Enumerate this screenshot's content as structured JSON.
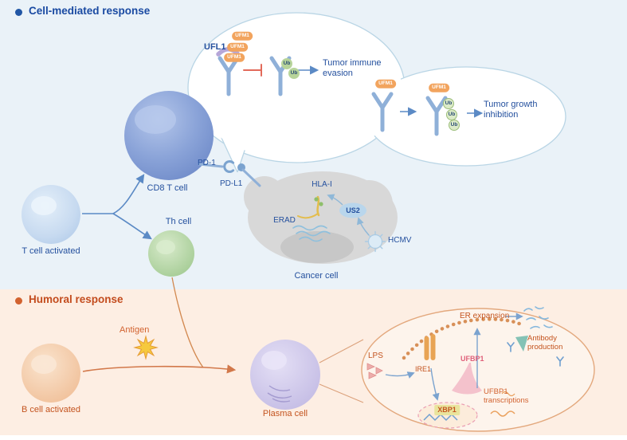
{
  "cell_mediated": {
    "title": "Cell-mediated response",
    "t_cell": "T cell activated",
    "cd8": "CD8 T cell",
    "th": "Th cell",
    "pd1": "PD-1",
    "pdl1": "PD-L1",
    "cancer": "Cancer cell",
    "hla": "HLA-I",
    "erad": "ERAD",
    "us2": "US2",
    "hcmv": "HCMV",
    "ufl1": "UFL1",
    "ufm1": "UFM1",
    "ub": "Ub",
    "evasion": "Tumor immune evasion",
    "inhibition": "Tumor growth inhibition"
  },
  "humoral": {
    "title": "Humoral response",
    "b_cell": "B cell activated",
    "antigen": "Antigen",
    "plasma": "Plasma cell",
    "lps": "LPS",
    "ire1": "IRE1",
    "ufbp1": "UFBP1",
    "er_expansion": "ER expansion",
    "antibody_production": "Antibody production",
    "ufbp1_transcriptions": "UFBP1 transcriptions",
    "xbp1": "XBP1"
  },
  "colors": {
    "top_bg": "#eaf2f8",
    "bottom_bg": "#fdeee3",
    "top_text": "#24509e",
    "bottom_text": "#c4541f",
    "inhibit_red": "#e26a5a",
    "ufm1_tag": "#f2a45e",
    "ub_tag": "#b7d49a",
    "bubble_stroke": "#b9d5e5",
    "ellipse_stroke": "#e3a87d"
  }
}
